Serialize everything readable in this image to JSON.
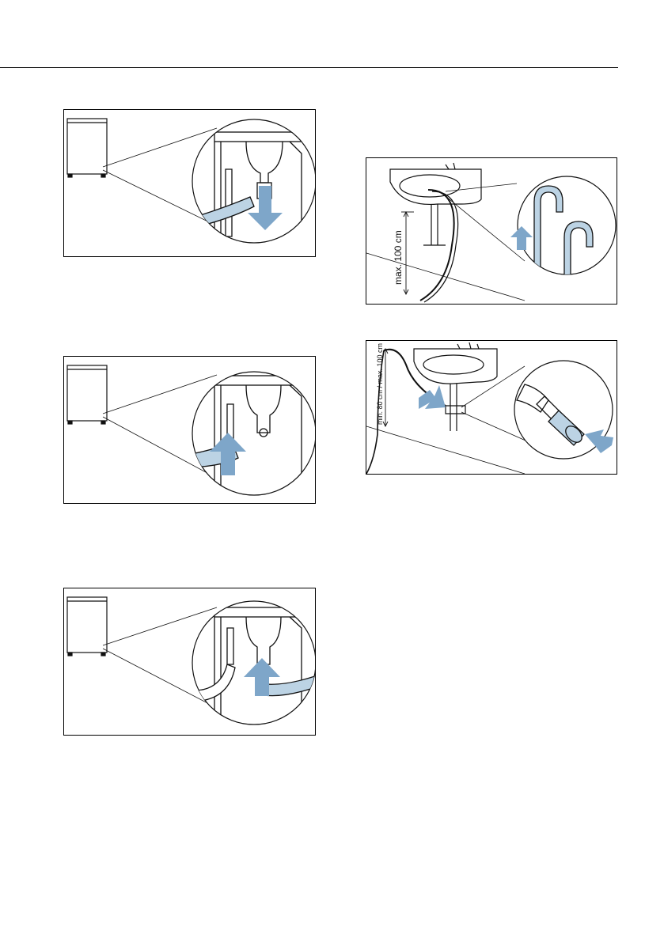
{
  "colors": {
    "arrow": "#7ea6c9",
    "hose": "#bcd3e4",
    "line": "#111111"
  },
  "figures": [
    {
      "id": "drain-hose-removal",
      "arrow_direction": "down"
    },
    {
      "id": "drain-hose-insert",
      "arrow_direction": "up"
    },
    {
      "id": "drain-hose-connect",
      "arrow_direction": "up"
    },
    {
      "id": "washbasin-hook",
      "dimension_label": "max. 100 cm",
      "arrow_direction": "up"
    },
    {
      "id": "siphon-connection",
      "dimension_label": "min. 80 cm / max. 100 cm",
      "arrow_direction": "right"
    }
  ]
}
